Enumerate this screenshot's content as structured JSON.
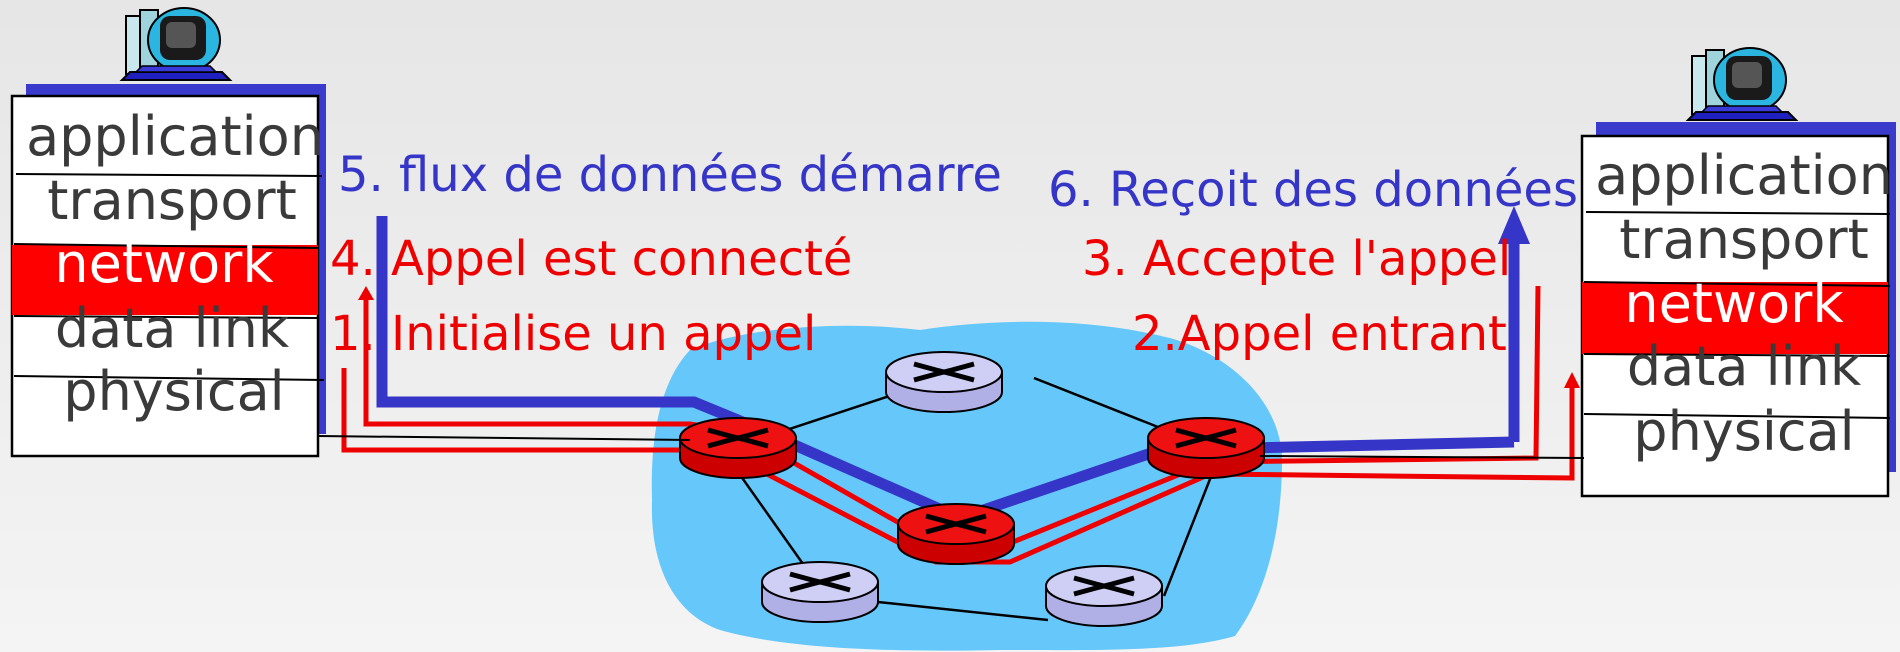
{
  "host_left": {
    "layers": [
      "application",
      "transport",
      "network",
      "data link",
      "physical"
    ]
  },
  "host_right": {
    "layers": [
      "application",
      "transport",
      "network",
      "data link",
      "physical"
    ]
  },
  "steps": {
    "s1": "1. Initialise un appel",
    "s2": "2.Appel entrant",
    "s3": "3. Accepte l'appel",
    "s4": "4. Appel est connecté",
    "s5": "5. flux de données démarre",
    "s6": "6. Reçoit des données"
  },
  "colors": {
    "data_path": "#3535c8",
    "signaling_path": "#ee0000",
    "network_cloud": "#66c8fa",
    "active_router": "#ee0000",
    "idle_router": "#c8c8f4",
    "network_layer": "#ff0000"
  },
  "icons": {
    "host": "desktop-computer-icon",
    "router": "router-icon"
  }
}
